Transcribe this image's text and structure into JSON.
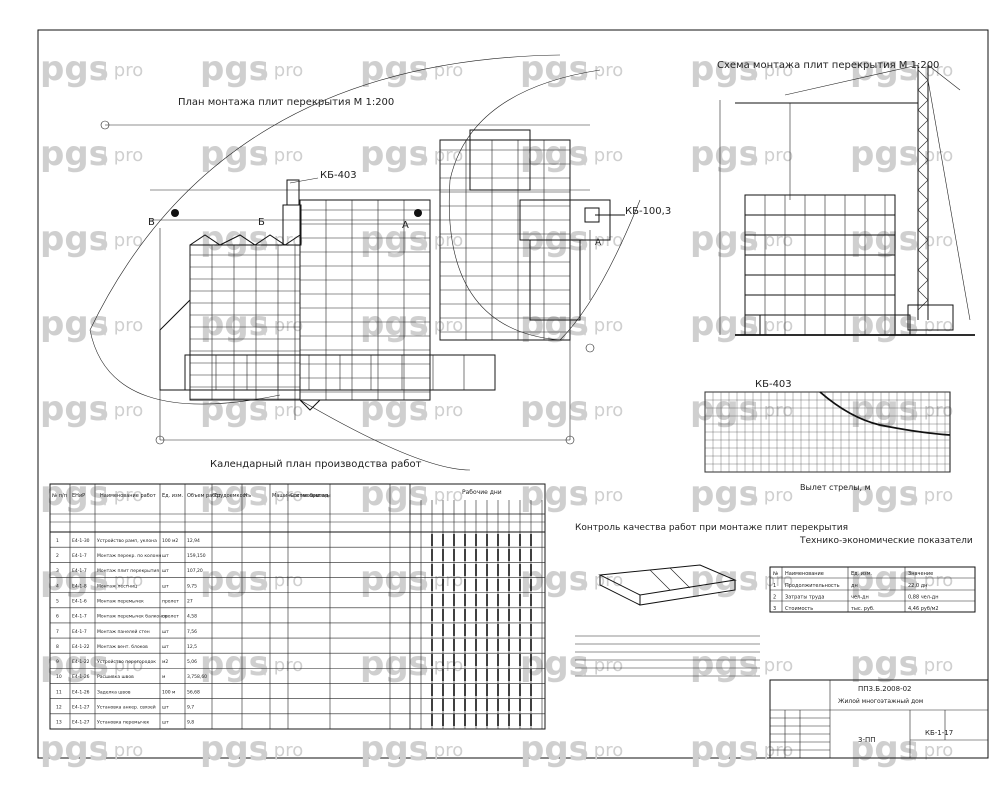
{
  "watermark": {
    "brand": "pgs",
    "suffix": "pro"
  },
  "plan": {
    "title": "План монтажа плит перекрытия М 1:200",
    "crane_left": "КБ-403",
    "crane_right": "КБ-100,3",
    "axis_b": "Б",
    "axis_a": "А",
    "axis_v": "В",
    "axis_a_vert": "А"
  },
  "section": {
    "title": "Схема монтажа плит перекрытия М 1:200"
  },
  "crane_chart": {
    "title": "КБ-403",
    "xlabel": "Вылет стрелы, м"
  },
  "schedule": {
    "title": "Календарный план производства работ",
    "headers": [
      "№ п/п",
      "ЕНиР",
      "Наименование работ",
      "Ед. изм.",
      "Объем работ",
      "Трудоемкость",
      "К",
      "Машины и механизмы",
      "Состав бригад",
      "",
      "Раб. дни"
    ],
    "days_header": "Рабочие дни",
    "rows": [
      {
        "n": "1",
        "code": "Е4-1-30",
        "name": "Устройство рамп, уклона",
        "unit": "100 м2",
        "vol": "12,94"
      },
      {
        "n": "2",
        "code": "Е4-1-7",
        "name": "Монтаж перекр. по колонн",
        "unit": "шт",
        "vol": "159,150"
      },
      {
        "n": "3",
        "code": "Е4-1-7",
        "name": "Монтаж плит перекрытия",
        "unit": "шт",
        "vol": "107,20"
      },
      {
        "n": "4",
        "code": "Е4-1-8",
        "name": "Монтаж лестниц",
        "unit": "шт",
        "vol": "9,75"
      },
      {
        "n": "5",
        "code": "Е4-1-6",
        "name": "Монтаж перемычек",
        "unit": "пролет",
        "vol": "27"
      },
      {
        "n": "6",
        "code": "Е4-1-7",
        "name": "Монтаж перемычек балконов",
        "unit": "пролет",
        "vol": "4,58"
      },
      {
        "n": "7",
        "code": "Е4-1-7",
        "name": "Монтаж панелей стен",
        "unit": "шт",
        "vol": "7,56"
      },
      {
        "n": "8",
        "code": "Е4-1-22",
        "name": "Монтаж вент. блоков",
        "unit": "шт",
        "vol": "12,5"
      },
      {
        "n": "9",
        "code": "Е4-1-22",
        "name": "Устройство перегородок",
        "unit": "м2",
        "vol": "5,06"
      },
      {
        "n": "10",
        "code": "Е4-1-26",
        "name": "Расшивка швов",
        "unit": "м",
        "vol": "3,758,60"
      },
      {
        "n": "11",
        "code": "Е4-1-26",
        "name": "Заделка швов",
        "unit": "100 м",
        "vol": "56,68"
      },
      {
        "n": "12",
        "code": "Е4-1-27",
        "name": "Установка анкер. связей",
        "unit": "шт",
        "vol": "9,7"
      },
      {
        "n": "13",
        "code": "Е4-1-27",
        "name": "Установка перемычек",
        "unit": "шт",
        "vol": "9,8"
      }
    ]
  },
  "quality": {
    "title": "Контроль качества работ при монтаже плит перекрытия"
  },
  "tep": {
    "title": "Технико-экономические показатели",
    "headers": [
      "№",
      "Наименование",
      "Ед. изм.",
      "Значение"
    ],
    "rows": [
      {
        "n": "1",
        "name": "Продолжительность",
        "unit": "дн",
        "val": "22,0 дн"
      },
      {
        "n": "2",
        "name": "Затраты труда",
        "unit": "чел-дн",
        "val": "0,88 чел-дн"
      },
      {
        "n": "3",
        "name": "Стоимость",
        "unit": "тыс. руб.",
        "val": "4,46 руб/м2"
      }
    ]
  },
  "stamp": {
    "code": "ППЗ.Б.2008-02",
    "project": "Жилой многоэтажный дом",
    "sheet": "3-ПП",
    "sheet_no": "КБ-1-17"
  },
  "colors": {
    "line": "#111111",
    "watermark": "#cfcfcf",
    "background": "#ffffff"
  }
}
